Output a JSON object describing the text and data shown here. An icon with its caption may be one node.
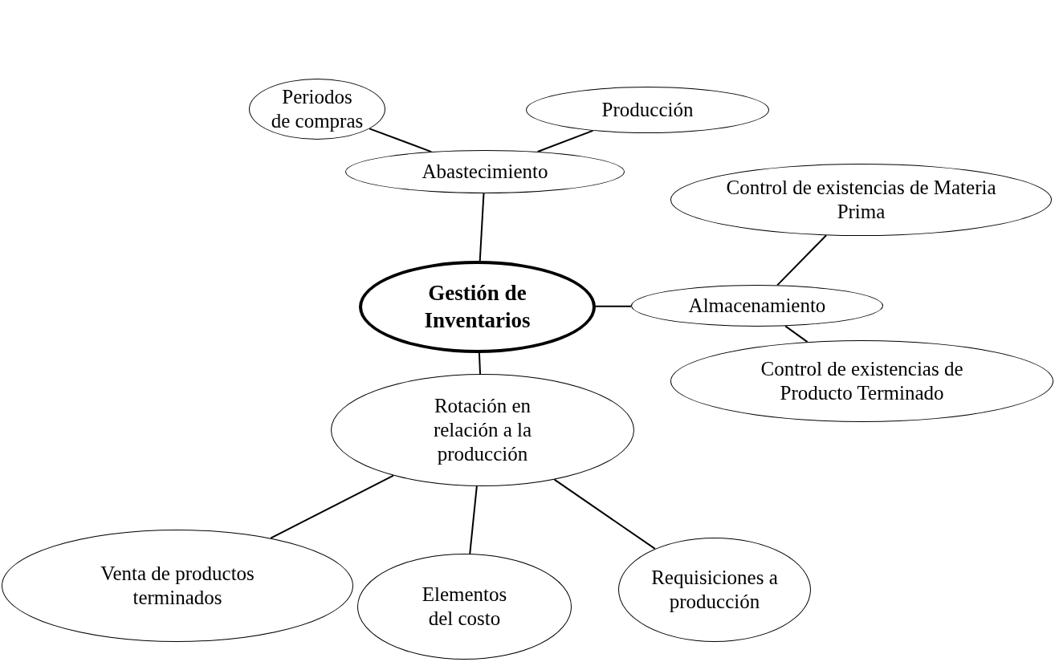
{
  "diagram": {
    "nodes": [
      {
        "text": [
          "Gestión de Inventarios"
        ]
      },
      {
        "text": [
          "Abastecimiento"
        ]
      },
      {
        "text": [
          "Periodos de compras"
        ]
      },
      {
        "text": [
          "Producción"
        ]
      },
      {
        "text": [
          "Almacenamiento"
        ]
      },
      {
        "text": [
          "Control de existencias de Materia Prima"
        ]
      },
      {
        "text": [
          "Control de existencias de Producto Terminado"
        ]
      },
      {
        "text": [
          "Rotación en relación a la producción"
        ]
      },
      {
        "text": [
          "Venta de productos terminados"
        ]
      },
      {
        "text": [
          "Elementos del costo"
        ]
      },
      {
        "text": [
          "Requisiciones a producción"
        ]
      }
    ],
    "edges": [
      {
        "from": 0,
        "to": 1,
        "arrow": "none"
      },
      {
        "from": 1,
        "to": 2,
        "arrow": "none"
      },
      {
        "from": 1,
        "to": 3,
        "arrow": "none"
      },
      {
        "from": 0,
        "to": 4,
        "arrow": "none"
      },
      {
        "from": 4,
        "to": 5,
        "arrow": "none"
      },
      {
        "from": 4,
        "to": 6,
        "arrow": "none"
      },
      {
        "from": 0,
        "to": 7,
        "arrow": "none"
      },
      {
        "from": 7,
        "to": 8,
        "arrow": "none"
      },
      {
        "from": 7,
        "to": 9,
        "arrow": "none"
      },
      {
        "from": 7,
        "to": 10,
        "arrow": "none"
      }
    ]
  }
}
